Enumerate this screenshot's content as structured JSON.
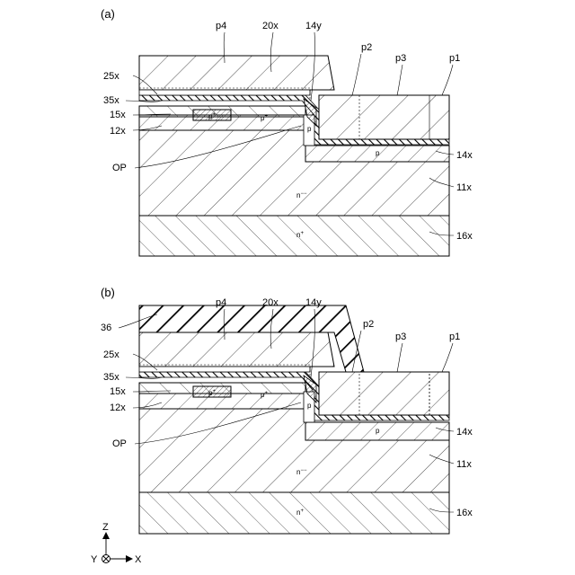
{
  "panels": {
    "a": {
      "label": "(a)",
      "labels": {
        "p4": "p4",
        "l20x": "20x",
        "l14y": "14y",
        "p2": "p2",
        "p3": "p3",
        "p1": "p1",
        "l25x": "25x",
        "l35x": "35x",
        "l15x": "15x",
        "l12x": "12x",
        "OP": "OP",
        "l14x": "14x",
        "l11x": "11x",
        "l16x": "16x"
      },
      "dopants": {
        "p_upper": "p",
        "p_upper_sup": "+",
        "p_lower": "p",
        "p_lower_sup": "+",
        "p_side": "p",
        "p_bottom": "p",
        "n_sub": "n",
        "n_sub_sup": "−−",
        "n_back": "n",
        "n_back_sup": "+"
      }
    },
    "b": {
      "label": "(b)",
      "labels": {
        "l36": "36",
        "p4": "p4",
        "l20x": "20x",
        "l14y": "14y",
        "p2": "p2",
        "p3": "p3",
        "p1": "p1",
        "l25x": "25x",
        "l35x": "35x",
        "l15x": "15x",
        "l12x": "12x",
        "OP": "OP",
        "l14x": "14x",
        "l11x": "11x",
        "l16x": "16x"
      },
      "dopants": {
        "p_upper": "p",
        "p_upper_sup": "+",
        "p_lower": "p",
        "p_lower_sup": "+",
        "p_side": "p",
        "p_bottom": "p",
        "n_sub": "n",
        "n_sub_sup": "−−",
        "n_back": "n",
        "n_back_sup": "+"
      }
    }
  },
  "axes": {
    "z": "Z",
    "y": "Y",
    "x": "X"
  },
  "colors": {
    "line": "#000000",
    "background": "#ffffff"
  }
}
